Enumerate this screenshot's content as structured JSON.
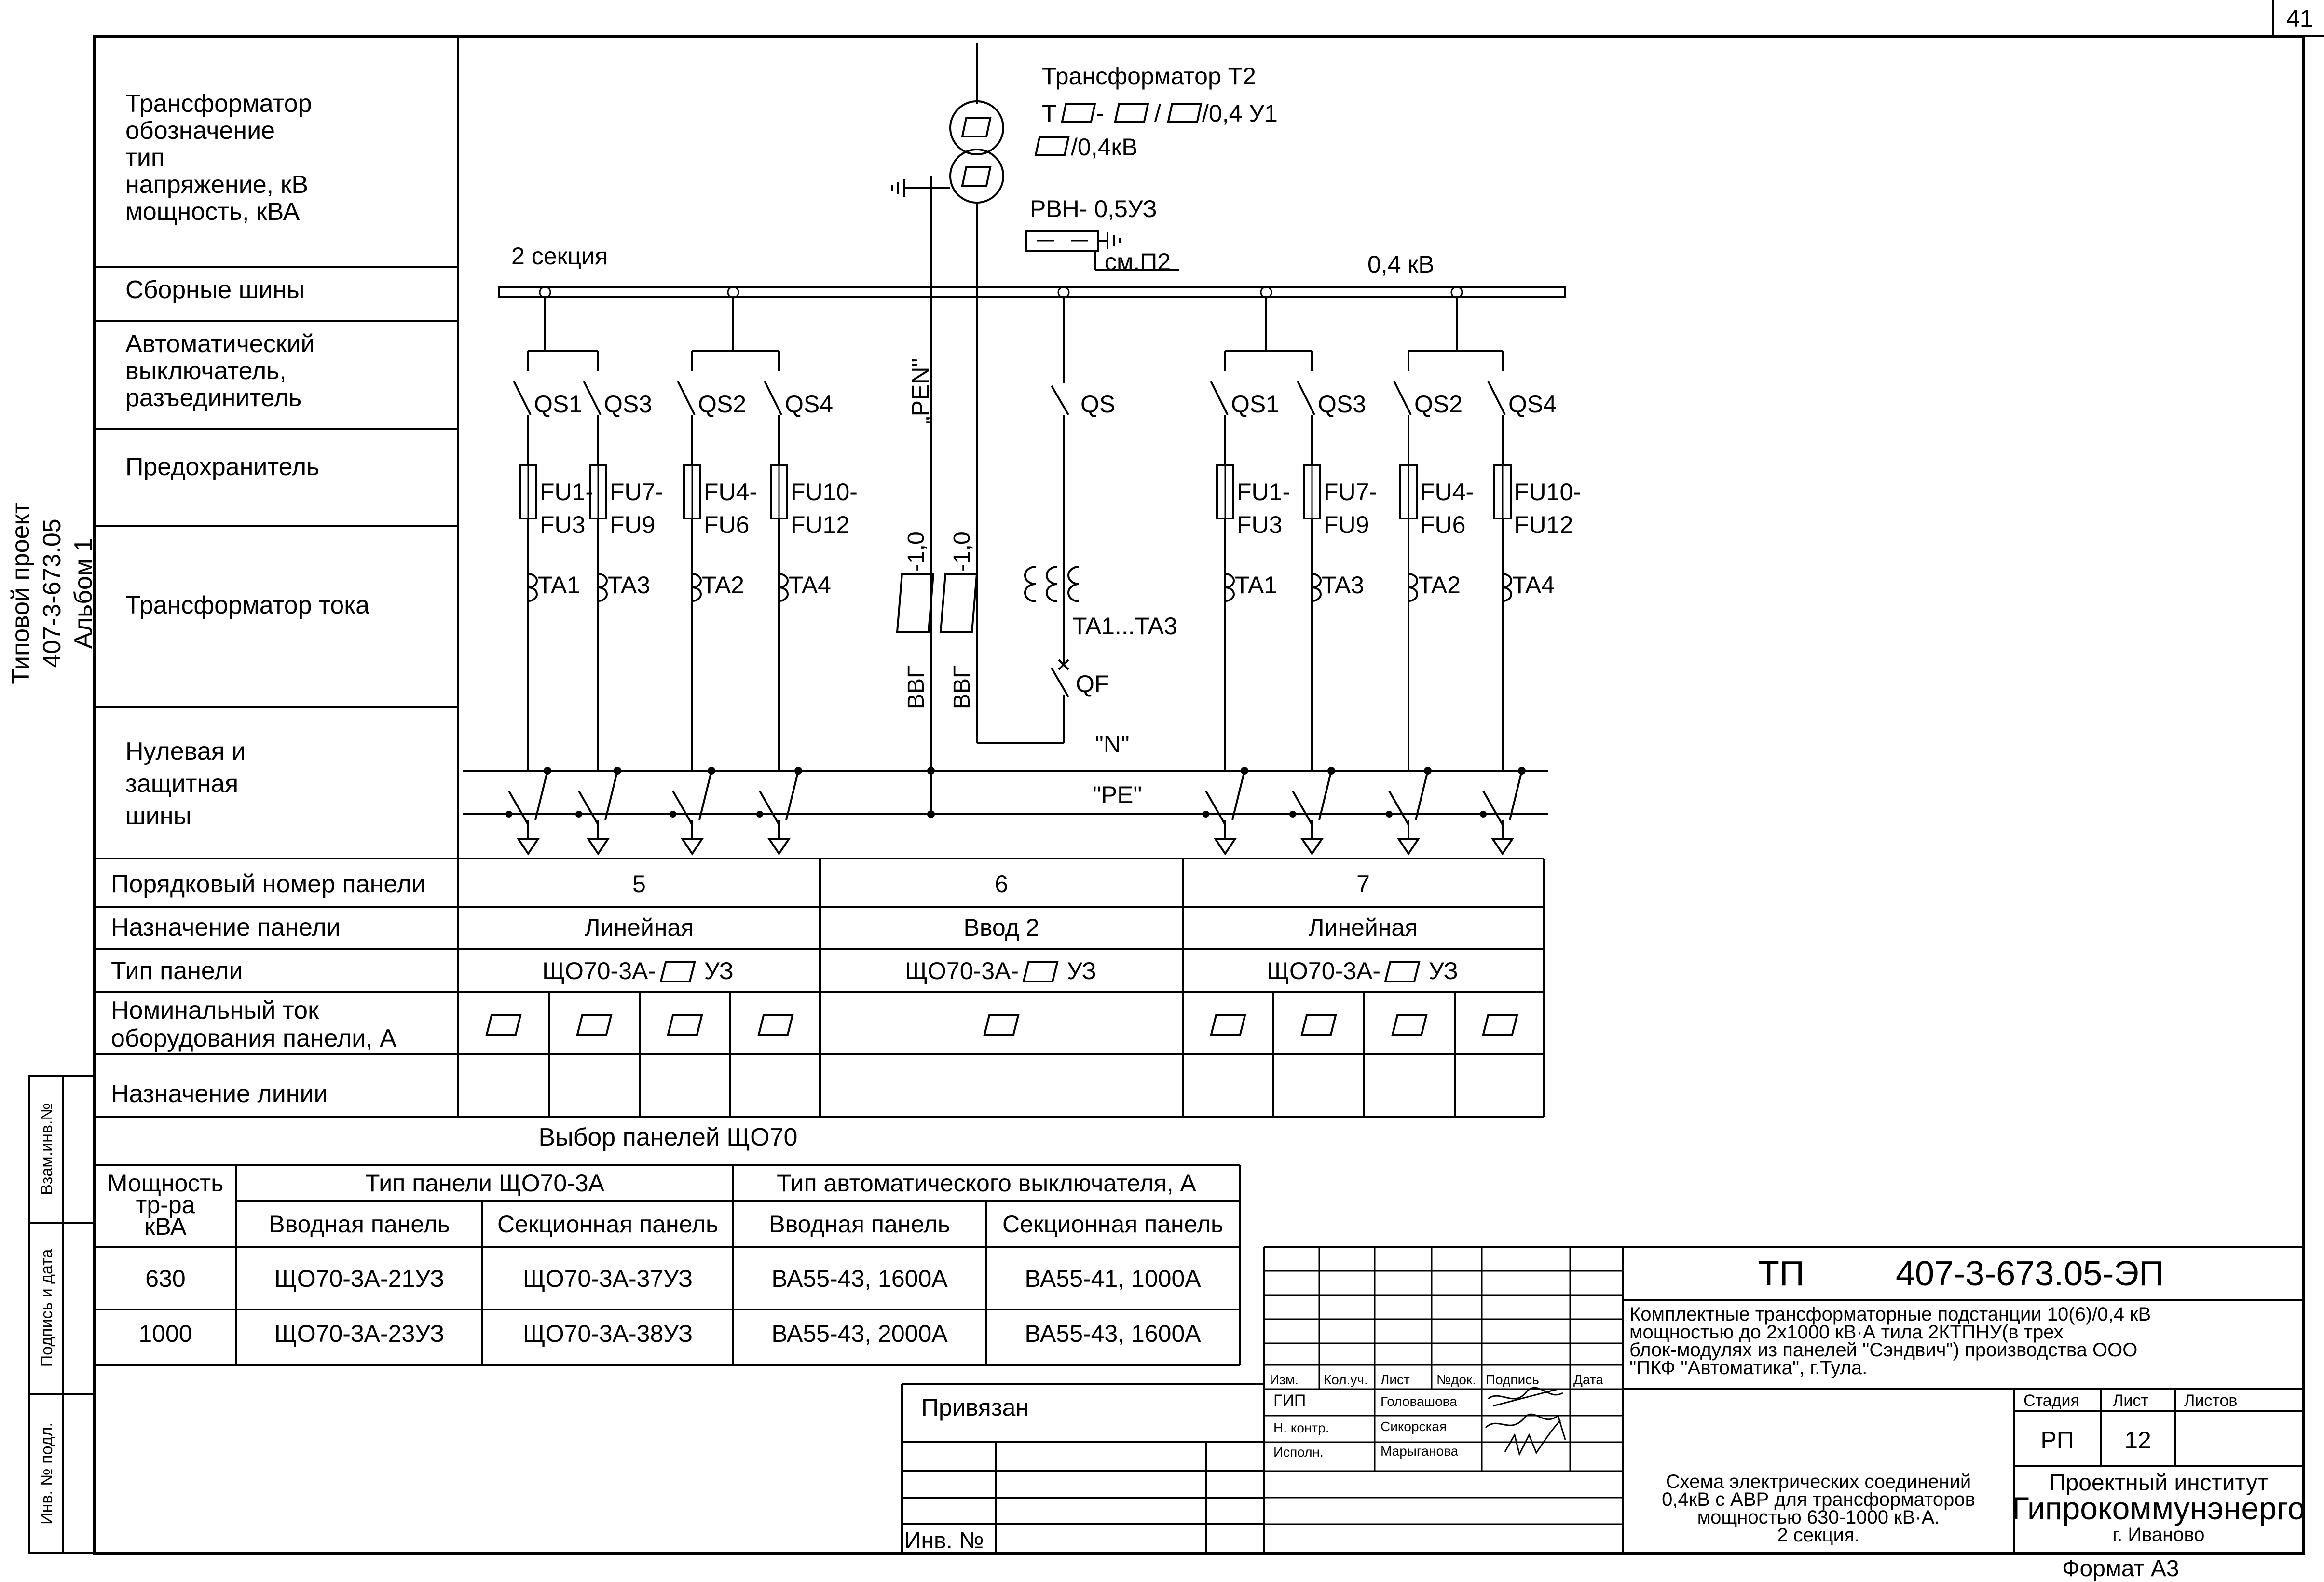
{
  "page_number": "41",
  "side_title": [
    "Типовой проект",
    "407-3-673.05",
    "Альбом 1"
  ],
  "side_stamps": [
    "Взам.инв.№",
    "Подпись и дата",
    "Инв. № подл."
  ],
  "row_labels": {
    "transformer": [
      "Трансформатор",
      "обозначение",
      "тип",
      "напряжение, кВ",
      "мощность, кВА"
    ],
    "busbars": "Сборные шины",
    "breaker": [
      "Автоматический",
      "выключатель,",
      "разъединитель"
    ],
    "fuse": "Предохранитель",
    "ct": "Трансформатор тока",
    "neutral": [
      "Нулевая и",
      "защитная",
      "шины"
    ],
    "panel_no": "Порядковый номер панели",
    "panel_purpose": "Назначение панели",
    "panel_type": "Тип панели",
    "rated_current": [
      "Номинальный ток",
      "оборудования панели, А"
    ],
    "line_purpose": "Назначение линии"
  },
  "diagram": {
    "transformer_title": "Трансформатор Т2",
    "transformer_type_line": [
      "Т",
      "-",
      "/",
      "/0,4 У1"
    ],
    "transformer_voltage": "/0,4кВ",
    "disconnector": "РВН- 0,5УЗ",
    "see_note": "см.П2",
    "section_label": "2 секция",
    "voltage_label": "0,4 кВ",
    "pen_label": "„PEN\"",
    "cable_label": "ВВГ",
    "cable_suffix": "-1,0",
    "qs_label": "QS",
    "qf_label": "QF",
    "ct_center_label": "TA1...TA3",
    "n_label": "\"N\"",
    "pe_label": "\"PE\"",
    "left_group": {
      "switches": [
        "QS1",
        "QS3",
        "QS2",
        "QS4"
      ],
      "fuses": [
        [
          "FU1-",
          "FU3"
        ],
        [
          "FU7-",
          "FU9"
        ],
        [
          "FU4-",
          "FU6"
        ],
        [
          "FU10-",
          "FU12"
        ]
      ],
      "cts": [
        "TA1",
        "TA3",
        "TA2",
        "TA4"
      ]
    },
    "right_group": {
      "switches": [
        "QS1",
        "QS3",
        "QS2",
        "QS4"
      ],
      "fuses": [
        [
          "FU1-",
          "FU3"
        ],
        [
          "FU7-",
          "FU9"
        ],
        [
          "FU4-",
          "FU6"
        ],
        [
          "FU10-",
          "FU12"
        ]
      ],
      "cts": [
        "TA1",
        "TA3",
        "TA2",
        "TA4"
      ]
    }
  },
  "panels": [
    {
      "number": "5",
      "purpose": "Линейная",
      "type": [
        "ЩО70-3А-",
        "УЗ"
      ]
    },
    {
      "number": "6",
      "purpose": "Ввод 2",
      "type": [
        "ЩО70-3А-",
        "УЗ"
      ]
    },
    {
      "number": "7",
      "purpose": "Линейная",
      "type": [
        "ЩО70-3А-",
        "УЗ"
      ]
    }
  ],
  "selection_table": {
    "title": "Выбор панелей ЩО70",
    "head_power": [
      "Мощность",
      "тр-ра",
      "кВА"
    ],
    "head_panel_type": "Тип панели ЩО70-3А",
    "head_breaker_type": "Тип автоматического выключателя, А",
    "sub_heads": [
      "Вводная панель",
      "Секционная панель",
      "Вводная панель",
      "Секционная панель"
    ],
    "rows": [
      [
        "630",
        "ЩО70-3А-21УЗ",
        "ЩО70-3А-37УЗ",
        "ВА55-43, 1600А",
        "ВА55-41, 1000А"
      ],
      [
        "1000",
        "ЩО70-3А-23УЗ",
        "ЩО70-3А-38УЗ",
        "ВА55-43, 2000А",
        "ВА55-43, 1600А"
      ]
    ]
  },
  "stamp": {
    "privyazan": "Привязан",
    "inv_no": "Инв. №",
    "col_heads": [
      "Изм.",
      "Кол.уч.",
      "Лист",
      "№док.",
      "Подпись",
      "Дата"
    ],
    "roles": [
      "ГИП",
      "Н. контр.",
      "Исполн."
    ],
    "names": [
      "Головашова",
      "Сикорская",
      "Марыганова"
    ],
    "doc_prefix": "ТП",
    "doc_code": "407-3-673.05-ЭП",
    "project_title": [
      "Комплектные трансформаторные подстанции 10(6)/0,4 кВ",
      "мощностью до 2х1000 кВ·А тила 2КТПНУ(в трех",
      "блок-модулях из панелей \"Сэндвич\") производства ООО",
      "\"ПКФ \"Автоматика\", г.Тула."
    ],
    "stage_heads": [
      "Стадия",
      "Лист",
      "Листов"
    ],
    "stage": "РП",
    "sheet": "12",
    "sheets": "",
    "drawing_title": [
      "Схема электрических соединений",
      "0,4кВ с АВР для трансформаторов",
      "мощностью 630-1000 кВ·А.",
      "2 секция."
    ],
    "org": [
      "Проектный институт",
      "Гипрокоммунэнерго",
      "г. Иваново"
    ],
    "format": "Формат А3"
  }
}
